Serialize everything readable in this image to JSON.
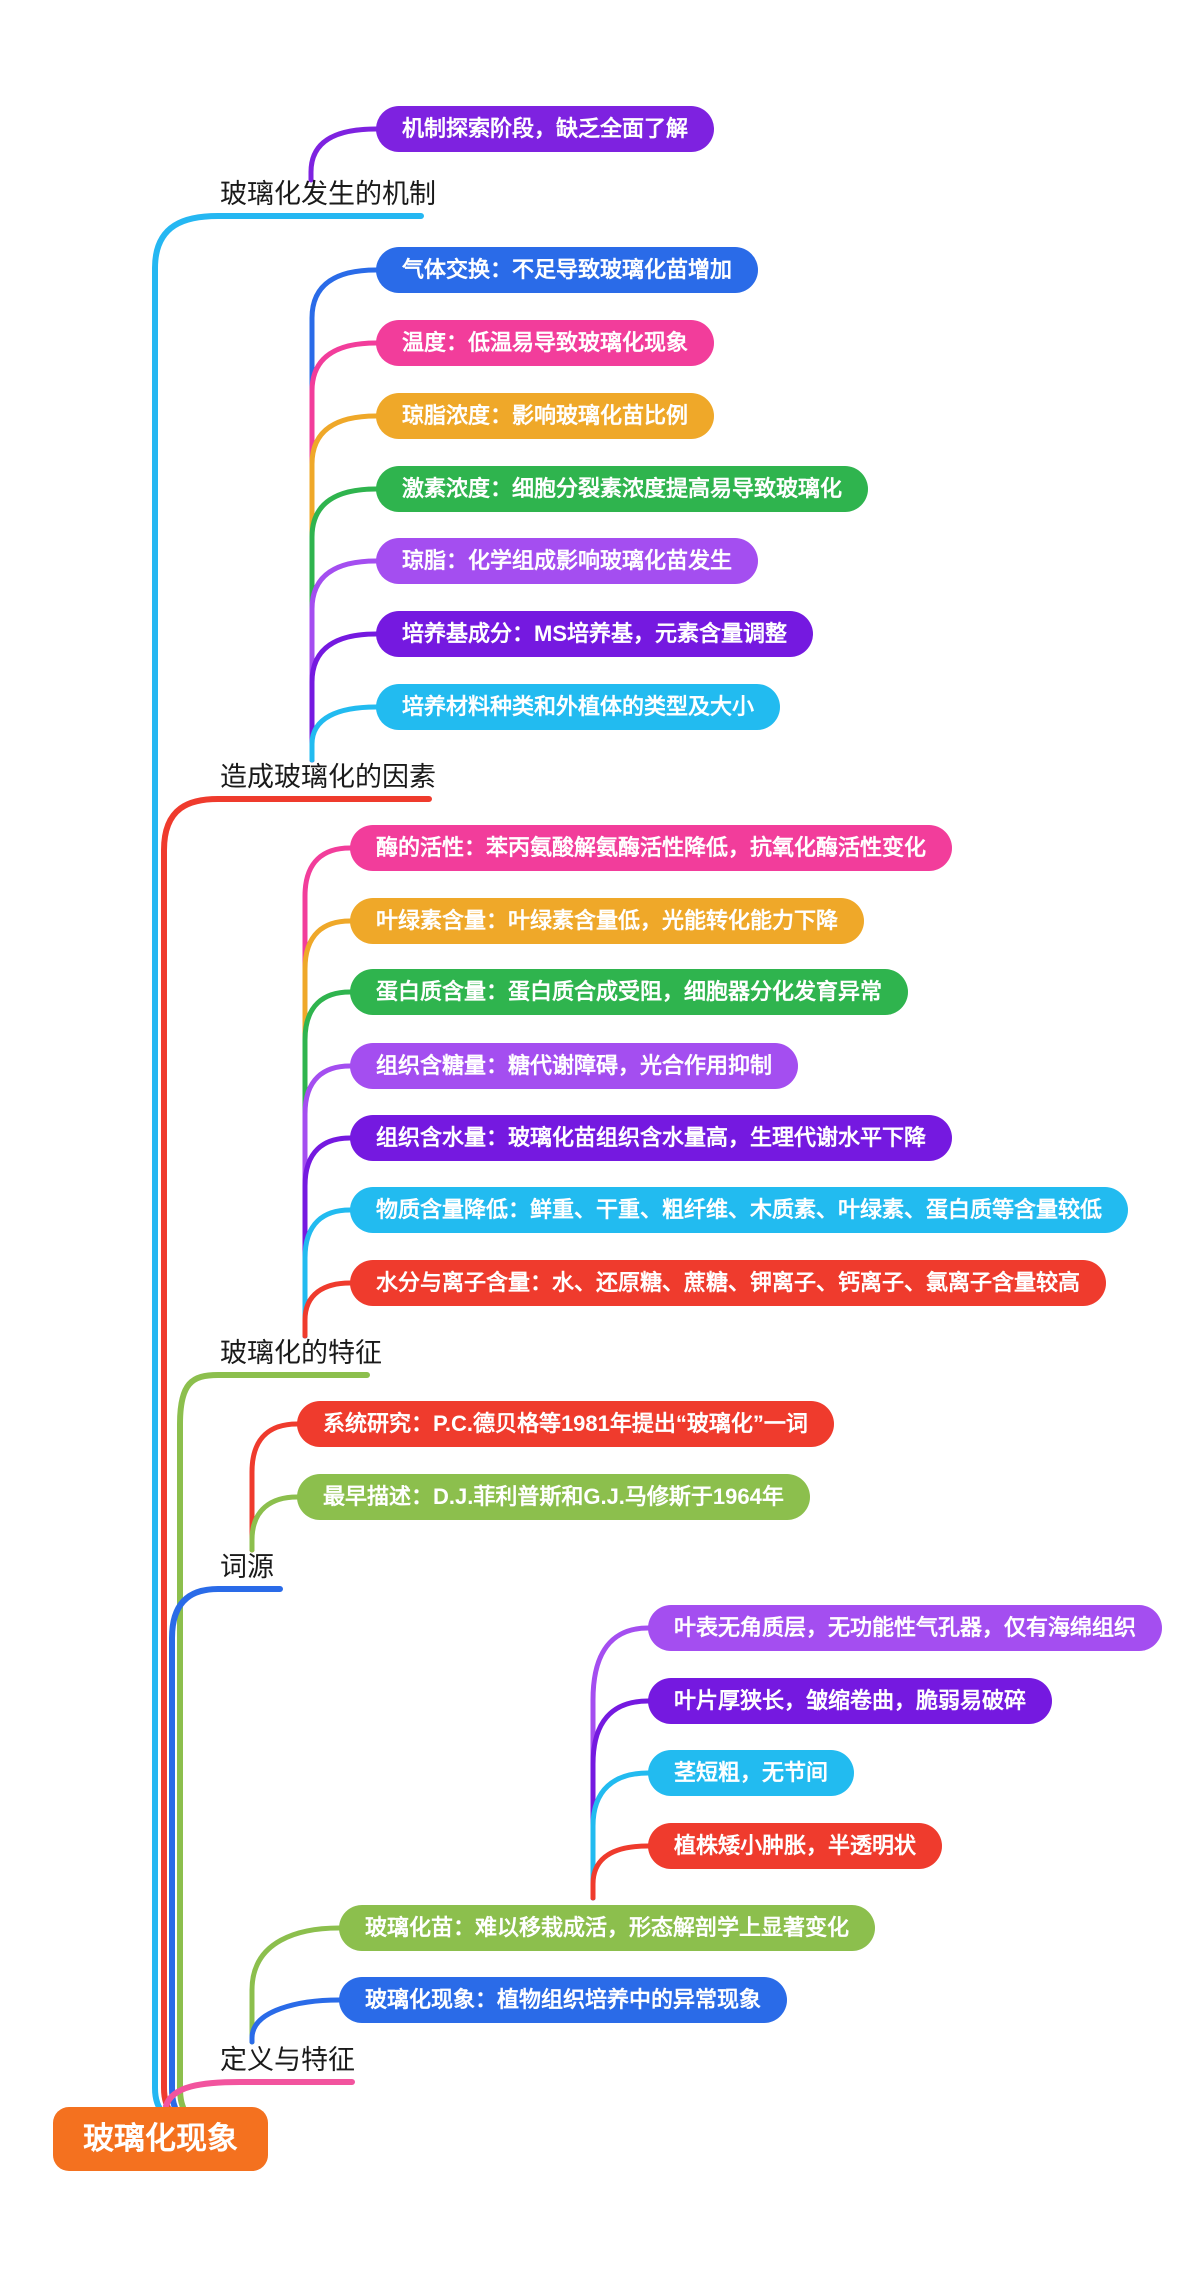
{
  "diagram": {
    "type": "mindmap",
    "background_color": "#FFFFFF"
  },
  "root": {
    "label": "玻璃化现象",
    "color": "#F4711F"
  },
  "branches": [
    {
      "label": "玻璃化发生的机制",
      "color": "#25B7F2",
      "children": [
        {
          "label": "机制探索阶段，缺乏全面了解",
          "color": "#7E22E0"
        }
      ]
    },
    {
      "label": "造成玻璃化的因素",
      "color": "#EF3B2D",
      "children": [
        {
          "label": "气体交换：不足导致玻璃化苗增加",
          "color": "#2A6BE8"
        },
        {
          "label": "温度：低温易导致玻璃化现象",
          "color": "#F23D9B"
        },
        {
          "label": "琼脂浓度：影响玻璃化苗比例",
          "color": "#EFA829"
        },
        {
          "label": "激素浓度：细胞分裂素浓度提高易导致玻璃化",
          "color": "#2FB44E"
        },
        {
          "label": "琼脂：化学组成影响玻璃化苗发生",
          "color": "#A44EF0"
        },
        {
          "label": "培养基成分：MS培养基，元素含量调整",
          "color": "#7519E0"
        },
        {
          "label": "培养材料种类和外植体的类型及大小",
          "color": "#22BBF0"
        }
      ]
    },
    {
      "label": "玻璃化的特征",
      "color": "#8CBF4D",
      "children": [
        {
          "label": "酶的活性：苯丙氨酸解氨酶活性降低，抗氧化酶活性变化",
          "color": "#F23D9B"
        },
        {
          "label": "叶绿素含量：叶绿素含量低，光能转化能力下降",
          "color": "#EFA829"
        },
        {
          "label": "蛋白质含量：蛋白质合成受阻，细胞器分化发育异常",
          "color": "#2FB44E"
        },
        {
          "label": "组织含糖量：糖代谢障碍，光合作用抑制",
          "color": "#A44EF0"
        },
        {
          "label": "组织含水量：玻璃化苗组织含水量高，生理代谢水平下降",
          "color": "#7519E0"
        },
        {
          "label": "物质含量降低：鲜重、干重、粗纤维、木质素、叶绿素、蛋白质等含量较低",
          "color": "#22BBF0"
        },
        {
          "label": "水分与离子含量：水、还原糖、蔗糖、钾离子、钙离子、氯离子含量较高",
          "color": "#EF3B2D"
        }
      ]
    },
    {
      "label": "词源",
      "color": "#2A6BE8",
      "children": [
        {
          "label": "系统研究：P.C.德贝格等1981年提出“玻璃化”一词",
          "color": "#EF3B2D"
        },
        {
          "label": "最早描述：D.J.菲利普斯和G.J.马修斯于1964年",
          "color": "#8CBF4D"
        }
      ]
    },
    {
      "label": "定义与特征",
      "color": "#F2549E",
      "children": [
        {
          "label": "玻璃化苗：难以移栽成活，形态解剖学上显著变化",
          "color": "#8CBF4D",
          "children": [
            {
              "label": "叶表无角质层，无功能性气孔器，仅有海绵组织",
              "color": "#A44EF0"
            },
            {
              "label": "叶片厚狭长，皱缩卷曲，脆弱易破碎",
              "color": "#7519E0"
            },
            {
              "label": "茎短粗，无节间",
              "color": "#22BBF0"
            },
            {
              "label": "植株矮小肿胀，半透明状",
              "color": "#EF3B2D"
            }
          ]
        },
        {
          "label": "玻璃化现象：植物组织培养中的异常现象",
          "color": "#2A6BE8"
        }
      ]
    }
  ]
}
